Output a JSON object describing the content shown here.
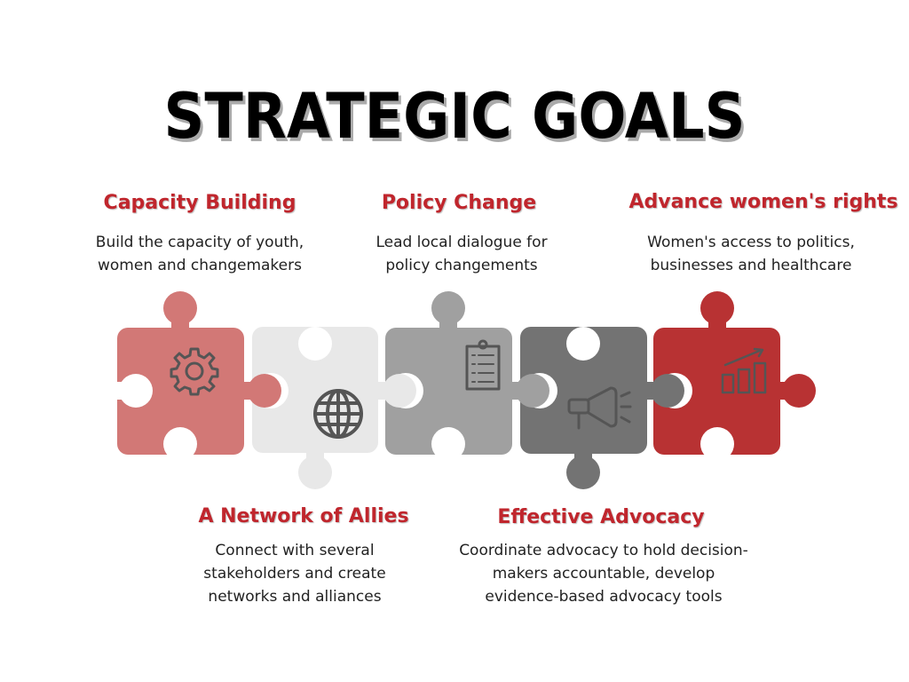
{
  "title": "STRATEGIC GOALS",
  "goals": [
    {
      "heading": "Capacity Building",
      "lines": [
        "Build the capacity of youth,",
        "women and changemakers"
      ],
      "icon": "gear-icon",
      "color": "#d27876"
    },
    {
      "heading": "A Network of Allies",
      "lines": [
        "Connect with several",
        "stakeholders and create",
        "networks and alliances"
      ],
      "icon": "globe-icon",
      "color": "#e8e8e8"
    },
    {
      "heading": "Policy Change",
      "lines": [
        "Lead local dialogue for",
        "policy changements"
      ],
      "icon": "clipboard-icon",
      "color": "#a0a0a0"
    },
    {
      "heading": "Effective Advocacy",
      "lines": [
        "Coordinate advocacy to hold decision-",
        "makers accountable, develop",
        "evidence-based advocacy tools"
      ],
      "icon": "megaphone-icon",
      "color": "#737373"
    },
    {
      "heading": "Advance women's rights",
      "lines": [
        "Women's access to politics,",
        "businesses and healthcare"
      ],
      "icon": "growth-chart-icon",
      "color": "#b83233"
    }
  ]
}
